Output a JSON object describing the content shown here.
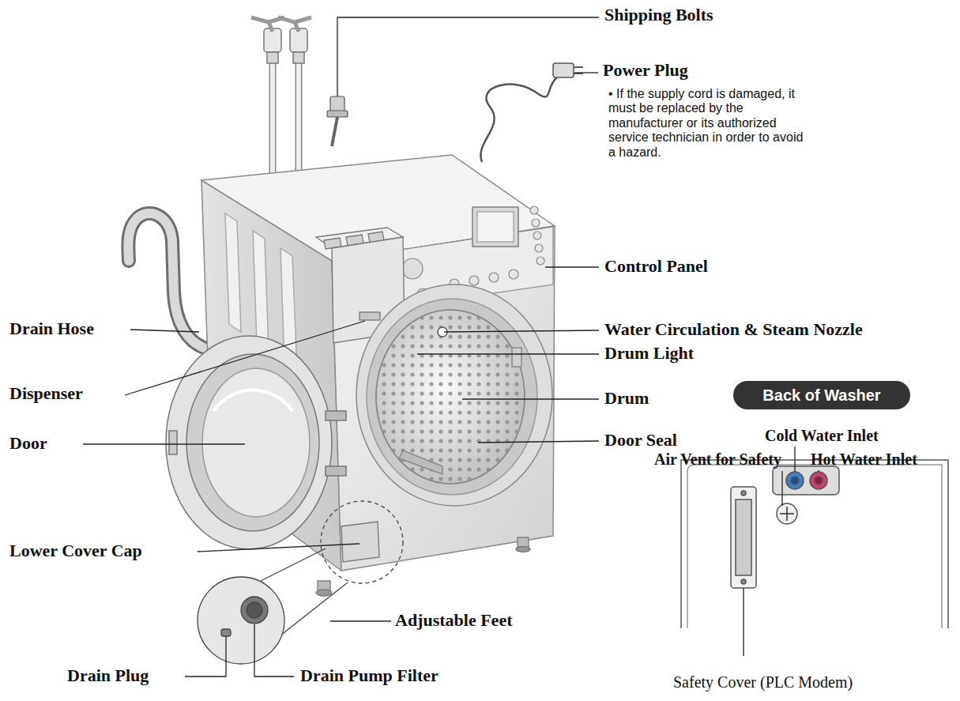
{
  "diagram": {
    "nodes": [
      {
        "text": [
          "Back of Washer"
        ]
      }
    ],
    "labels": [
      "Shipping Bolts",
      "Power Plug",
      "• If the supply cord is damaged, it must be replaced by the manufacturer or its authorized service technician in order to avoid a hazard.",
      "Control Panel",
      "Drain Hose",
      "Water Circulation & Steam Nozzle",
      "Drum Light",
      "Dispenser",
      "Drum",
      "Door",
      "Door Seal",
      "Cold Water Inlet",
      "Air Vent for Safety",
      "Hot Water Inlet",
      "Lower Cover Cap",
      "Adjustable Feet",
      "Drain Plug",
      "Drain Pump Filter",
      "Safety Cover (PLC Modem)"
    ]
  }
}
